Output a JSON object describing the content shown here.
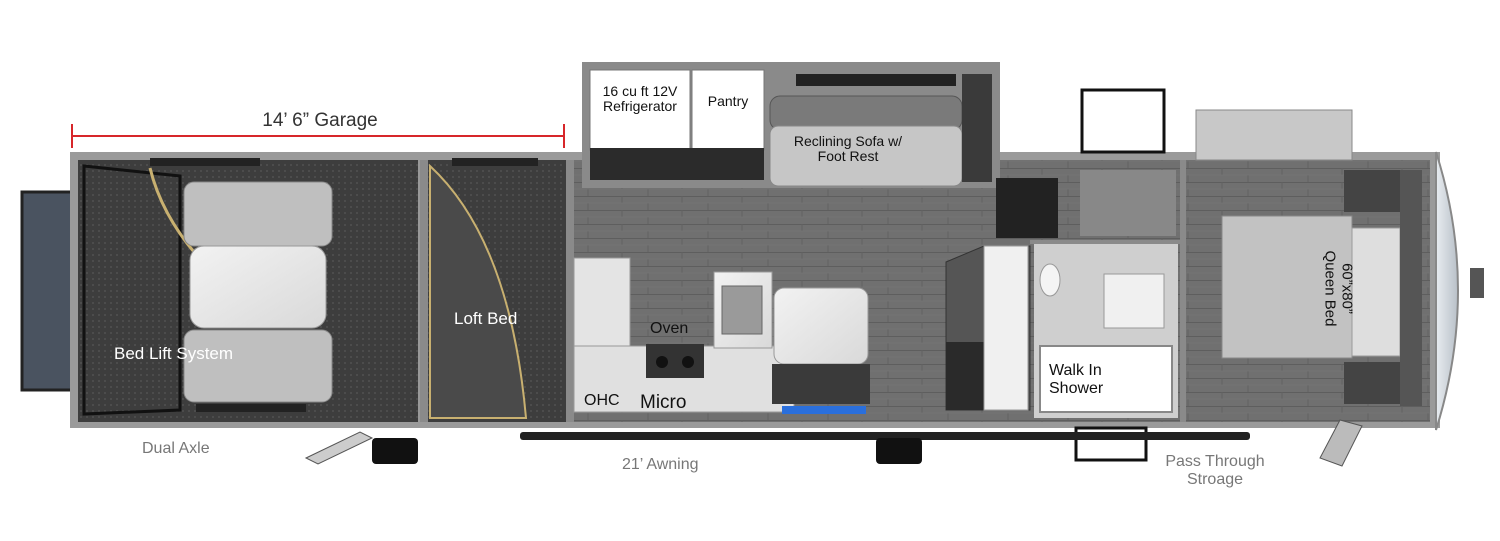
{
  "garage_dimension": "14’ 6” Garage",
  "rooms": {
    "refrigerator": "16 cu ft 12V\nRefrigerator",
    "pantry": "Pantry",
    "sofa": "Reclining Sofa w/\nFoot Rest",
    "loft_bed": "Loft Bed",
    "bed_lift": "Bed Lift System",
    "oven": "Oven",
    "ohc": "OHC",
    "micro": "Micro",
    "shower": "Walk In\nShower",
    "queen_bed": "60”x80”\nQueen Bed"
  },
  "exterior": {
    "axle": "Dual Axle",
    "awning": "21’ Awning",
    "storage": "Pass Through\nStroage"
  },
  "colors": {
    "dimension_line": "#d7262a",
    "wall": "#8a8a8a",
    "floor": "#6e6e6e",
    "garage_floor": "#3e3e3e",
    "ramp": "#4a5360"
  }
}
